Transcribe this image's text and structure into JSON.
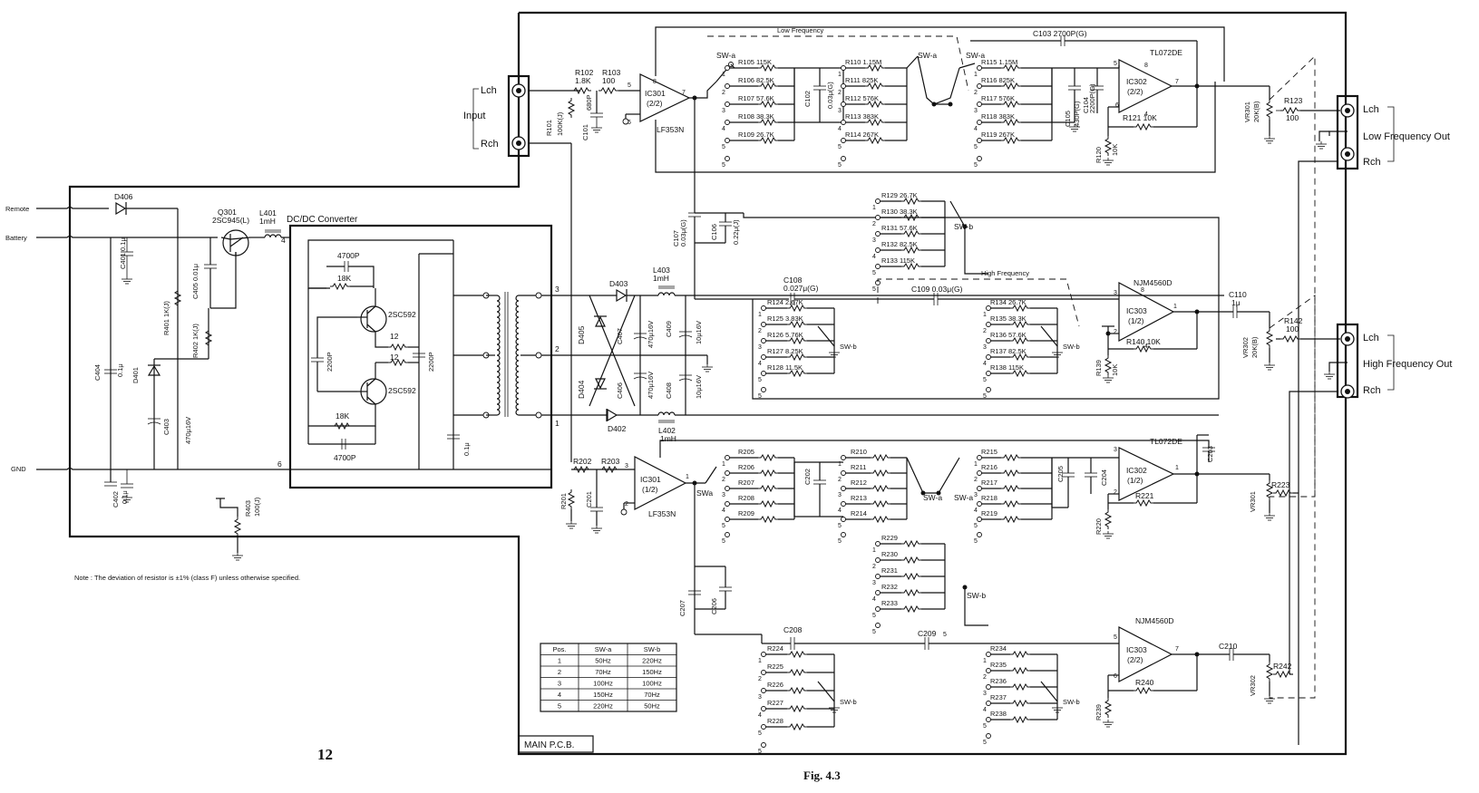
{
  "labels": {
    "lch_in": "Lch",
    "input": "Input",
    "rch_in": "Rch",
    "lch_lf": "Lch",
    "low_freq_out": "Low Frequency Out",
    "rch_lf": "Rch",
    "lch_hf": "Lch",
    "high_freq_out": "High Frequency Out",
    "rch_hf": "Rch",
    "remote": "Remote",
    "battery": "Battery",
    "gnd": "GND",
    "dcdc": "DC/DC Converter",
    "low_frequency": "Low Frequency",
    "high_frequency": "High Frequency",
    "main_pcb": "MAIN P.C.B.",
    "note": "Note : The deviation of resistor is ±1% (class F) unless otherwise specified.",
    "page_number": "12",
    "fig": "Fig. 4.3"
  },
  "ics": {
    "ic301a": [
      "IC301",
      "(2/2)",
      "LF353N"
    ],
    "ic302a": [
      "IC302",
      "(2/2)",
      "TL072DE"
    ],
    "ic303a": [
      "IC303",
      "(1/2)",
      "NJM4560D"
    ],
    "ic301b": [
      "IC301",
      "(1/2)",
      "LF353N"
    ],
    "ic302b": [
      "IC302",
      "(1/2)",
      "TL072DE"
    ],
    "ic303b": [
      "IC303",
      "(2/2)",
      "NJM4560D"
    ]
  },
  "components": {
    "r101": "R101",
    "r101v": "100K(J)",
    "r102": "R102",
    "r102v": "1.8K",
    "r103": "R103",
    "r103v": "100",
    "c101": "C101",
    "c101v": "680P",
    "c102": "C102",
    "c102v": "0.03μ(G)",
    "c103": "C103 2700P(G)",
    "c104": "C104",
    "c104v": "2200P(G)",
    "c105": "C105",
    "c105v": "430P(G)",
    "r120": "R120",
    "r120v": "10K",
    "r121": "R121 10K",
    "vr301": "VR301",
    "vr301v": "20K(B)",
    "r123": "R123",
    "r123v": "100",
    "c106": "C106",
    "c106v": "0.22μ(J)",
    "c107": "C107",
    "c107v": "0.03μ(G)",
    "c108": "C108",
    "c108v": "0.027μ(G)",
    "c109": "C109 0.03μ(G)",
    "c110": "C110",
    "c110v": "1μ",
    "r139": "R139",
    "r139v": "10K",
    "r140": "R140 10K",
    "vr302": "VR302",
    "vr302v": "20K(B)",
    "r142": "R142",
    "r142v": "100",
    "d406": "D406",
    "q301": "Q301",
    "q301v": "2SC945(L)",
    "l401": "L401",
    "l401v": "1mH",
    "c401": "C401 0.1μ",
    "c405t": "C405 0.01μ",
    "r401": "R401 1K(J)",
    "r402": "R402 1K(J)",
    "c404": "C404",
    "c404v": "0.1μ",
    "d401": "D401",
    "c403": "C403",
    "c403v": "470μ16V",
    "c402": "C402",
    "c402v": "0.1μ",
    "r403": "R403",
    "r403v": "100(J)",
    "c4700a": "4700P",
    "r18ka": "18K",
    "tr1": "2SC592",
    "tr2": "2SC592",
    "c2200a": "2200P",
    "r12a": "12",
    "r12b": "12",
    "c2200b": "2200P",
    "r18kb": "18K",
    "c4700b": "4700P",
    "c01": "0.1μ",
    "d403": "D403",
    "d405": "D405",
    "d404": "D404",
    "d402": "D402",
    "l403": "L403",
    "l403v": "1mH",
    "l402": "L402",
    "l402v": "1mH",
    "c407": "C407",
    "c407v": "470μ16V",
    "c409": "C409",
    "c409v": "10μ16V",
    "c406": "C406",
    "c406v": "470μ16V",
    "c408": "C408",
    "c408v": "10μ16V",
    "r201": "R201",
    "r202": "R202",
    "r203": "R203",
    "c201": "C201",
    "r205": "R205",
    "r206": "R206",
    "r207": "R207",
    "r208": "R208",
    "r209": "R209",
    "c202": "C202",
    "r210": "R210",
    "r211": "R211",
    "r212": "R212",
    "r213": "R213",
    "r214": "R214",
    "r215": "R215",
    "r216": "R216",
    "r217": "R217",
    "r218": "R218",
    "r219": "R219",
    "c205": "C205",
    "c204": "C204",
    "c203": "C203",
    "r220": "R220",
    "r221": "R221",
    "vr301b": "VR301",
    "r223": "R223",
    "c207": "C207",
    "c206": "C206",
    "c208": "C208",
    "c209": "C209",
    "r224": "R224",
    "r225": "R225",
    "r226": "R226",
    "r227": "R227",
    "r228": "R228",
    "r229": "R229",
    "r230": "R230",
    "r231": "R231",
    "r232": "R232",
    "r233": "R233",
    "r234": "R234",
    "r235": "R235",
    "r236": "R236",
    "r237": "R237",
    "r238": "R238",
    "r239": "R239",
    "r240": "R240",
    "c210": "C210",
    "vr302b": "VR302",
    "r242": "R242"
  },
  "switches": {
    "swa": "SW-a",
    "swb": "SW-b",
    "swa_short": "SWa"
  },
  "banks": {
    "b1": [
      [
        "R105",
        "115K"
      ],
      [
        "R106",
        "82.5K"
      ],
      [
        "R107",
        "57.6K"
      ],
      [
        "R108",
        "38.3K"
      ],
      [
        "R109",
        "26.7K"
      ]
    ],
    "b2": [
      [
        "R110",
        "1.15M"
      ],
      [
        "R111",
        "825K"
      ],
      [
        "R112",
        "576K"
      ],
      [
        "R113",
        "383K"
      ],
      [
        "R114",
        "267K"
      ]
    ],
    "b3": [
      [
        "R115",
        "1.15M"
      ],
      [
        "R116",
        "825K"
      ],
      [
        "R117",
        "576K"
      ],
      [
        "R118",
        "383K"
      ],
      [
        "R119",
        "267K"
      ]
    ],
    "b4": [
      [
        "R129",
        "26.7K"
      ],
      [
        "R130",
        "38.3K"
      ],
      [
        "R131",
        "57.6K"
      ],
      [
        "R132",
        "82.5K"
      ],
      [
        "R133",
        "115K"
      ]
    ],
    "b5": [
      [
        "R124",
        "2.67K"
      ],
      [
        "R125",
        "3.83K"
      ],
      [
        "R126",
        "5.76K"
      ],
      [
        "R127",
        "8.25K"
      ],
      [
        "R128",
        "11.5K"
      ]
    ],
    "b6": [
      [
        "R134",
        "26.7K"
      ],
      [
        "R135",
        "38.3K"
      ],
      [
        "R136",
        "57.6K"
      ],
      [
        "R137",
        "82.5K"
      ],
      [
        "R138",
        "115K"
      ]
    ]
  },
  "table": {
    "headers": [
      "Pos.",
      "SW-a",
      "SW-b"
    ],
    "rows": [
      [
        "1",
        "50Hz",
        "220Hz"
      ],
      [
        "2",
        "70Hz",
        "150Hz"
      ],
      [
        "3",
        "100Hz",
        "100Hz"
      ],
      [
        "4",
        "150Hz",
        "70Hz"
      ],
      [
        "5",
        "220Hz",
        "50Hz"
      ]
    ]
  }
}
